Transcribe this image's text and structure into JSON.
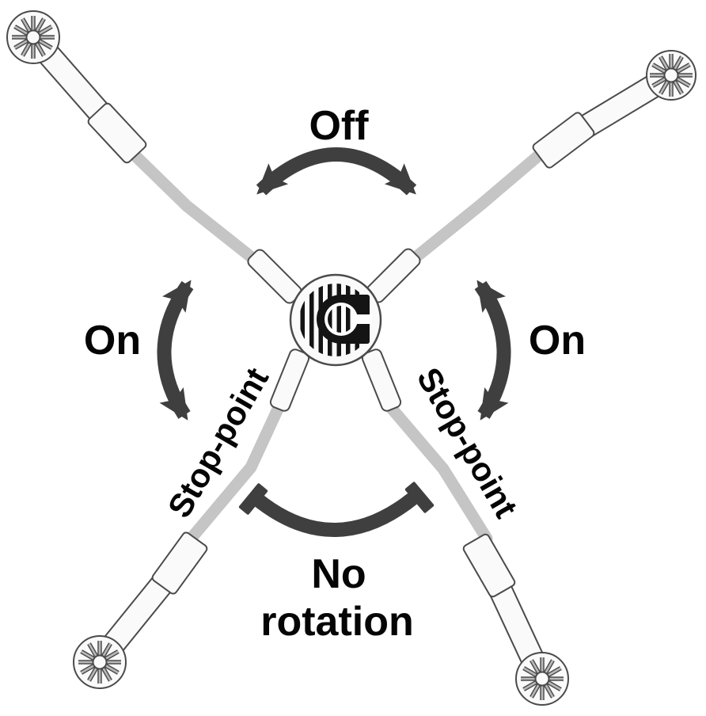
{
  "labels": {
    "off": "Off",
    "on_left": "On",
    "on_right": "On",
    "no_rotation_line1": "No",
    "no_rotation_line2": "rotation",
    "stop_point_left": "Stop-point",
    "stop_point_right": "Stop-point"
  },
  "colors": {
    "arrow": "#3f3f3f",
    "label-text": "#050505",
    "rod": "#c5c5c5",
    "part-fill": "#fafafa",
    "part-stroke": "#4b4b4b",
    "hub-dark": "#141414",
    "spoke-fill": "#b9b9b9"
  }
}
